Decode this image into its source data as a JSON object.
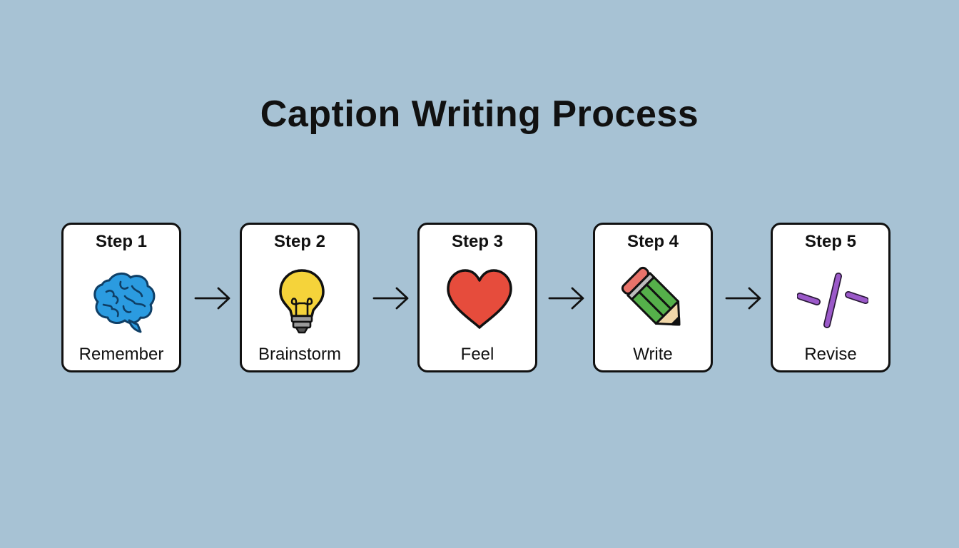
{
  "title": "Caption Writing Process",
  "colors": {
    "background": "#a7c2d4",
    "card_border": "#111111",
    "brain": "#2b9be0",
    "bulb": "#f5d33a",
    "heart": "#e64c3c",
    "pencil": "#55b04a",
    "revise": "#9b59c9"
  },
  "steps": [
    {
      "label": "Step 1",
      "name": "Remember",
      "icon": "brain-icon"
    },
    {
      "label": "Step 2",
      "name": "Brainstorm",
      "icon": "lightbulb-icon"
    },
    {
      "label": "Step 3",
      "name": "Feel",
      "icon": "heart-icon"
    },
    {
      "label": "Step 4",
      "name": "Write",
      "icon": "pencil-icon"
    },
    {
      "label": "Step 5",
      "name": "Revise",
      "icon": "revise-icon"
    }
  ]
}
